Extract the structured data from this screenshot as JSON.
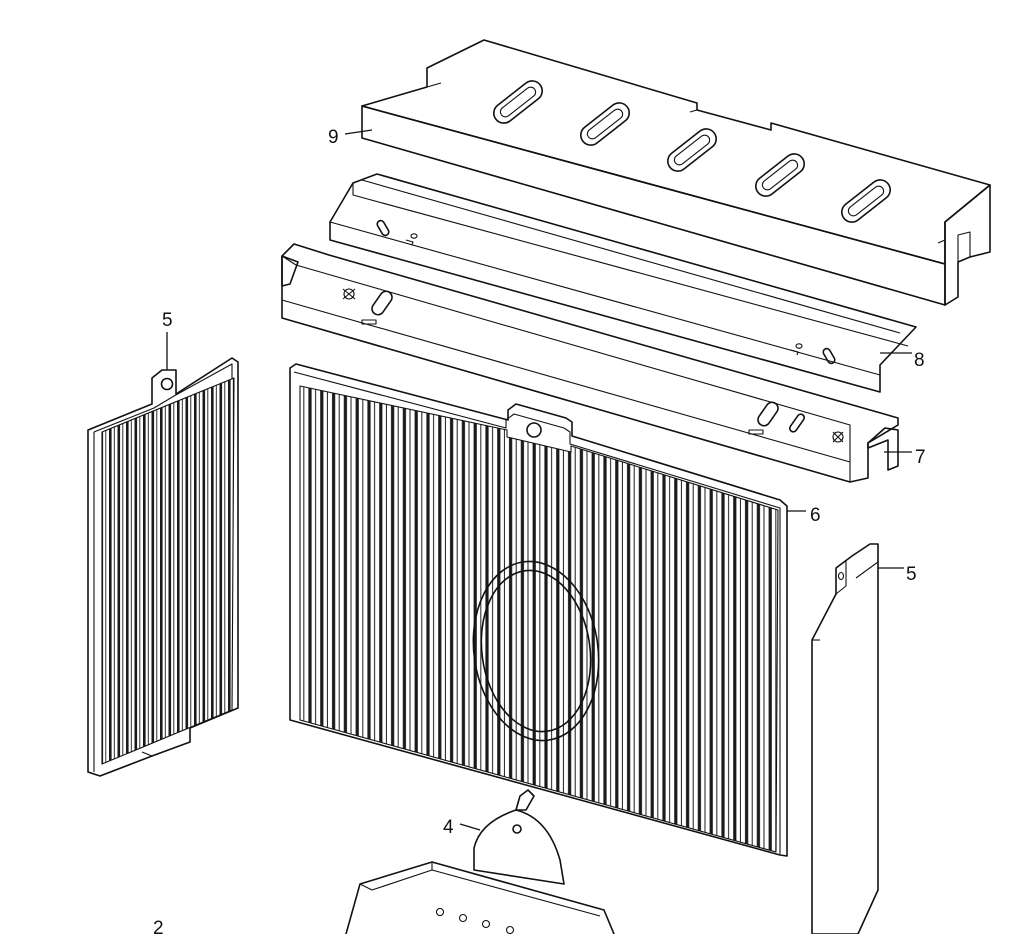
{
  "diagram": {
    "parts": [
      {
        "id": "part-9",
        "number": "9"
      },
      {
        "id": "part-8",
        "number": "8"
      },
      {
        "id": "part-7",
        "number": "7"
      },
      {
        "id": "part-6",
        "number": "6"
      },
      {
        "id": "part-5-left",
        "number": "5"
      },
      {
        "id": "part-5-right",
        "number": "5"
      },
      {
        "id": "part-4",
        "number": "4"
      },
      {
        "id": "part-2",
        "number": "2"
      }
    ]
  }
}
